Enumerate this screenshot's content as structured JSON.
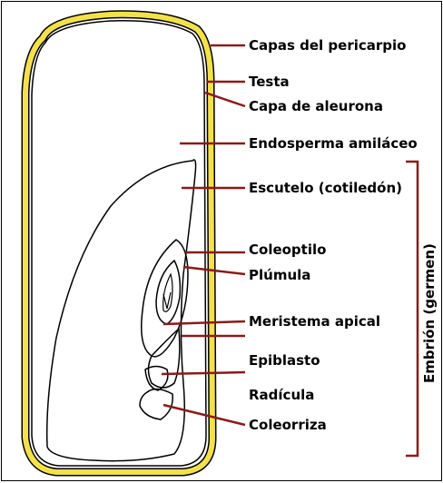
{
  "labels": {
    "pericarp_layers": "Capas del pericarpio",
    "testa": "Testa",
    "aleurone_layer": "Capa de aleurona",
    "starchy_endosperm": "Endosperma amiláceo",
    "scutellum": "Escutelo (cotiledón)",
    "coleoptile": "Coleoptilo",
    "plumule": "Plúmula",
    "apical_meristem": "Meristema apical",
    "epiblast": "Epiblasto",
    "radicle": "Radícula",
    "coleorhiza": "Coleorriza",
    "embryo_group": "Embrión (germen)"
  },
  "colors": {
    "pericarp": "#f2e14a",
    "leader_line": "#8b1a1a",
    "outline": "#000000",
    "bracket": "#8b1a1a"
  }
}
